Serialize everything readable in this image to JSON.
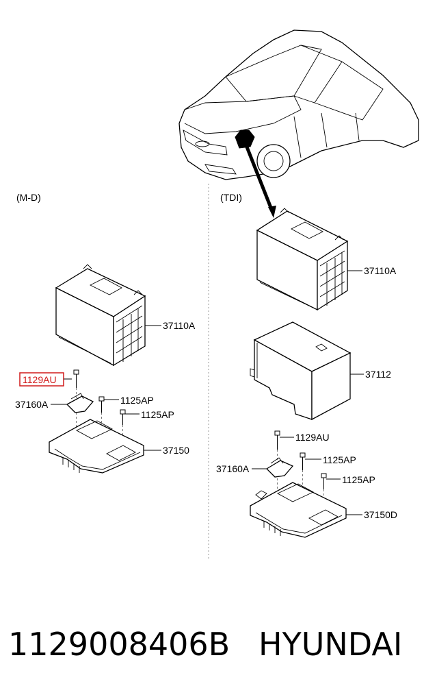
{
  "variants": {
    "left": "(M-D)",
    "right": "(TDI)"
  },
  "labels": {
    "left_battery": "37110A",
    "left_bolt_highlight": "1129AU",
    "left_bracket": "37160A",
    "left_bolt_a": "1125AP",
    "left_bolt_b": "1125AP",
    "left_tray": "37150",
    "right_battery": "37110A",
    "right_cover": "37112",
    "right_bolt": "1129AU",
    "right_bracket": "37160A",
    "right_bolt_a": "1125AP",
    "right_bolt_b": "1125AP",
    "right_tray": "37150D"
  },
  "highlight_color": "#d11a1a",
  "footer": {
    "part_number": "1129008406B",
    "brand": "HYUNDAI"
  }
}
